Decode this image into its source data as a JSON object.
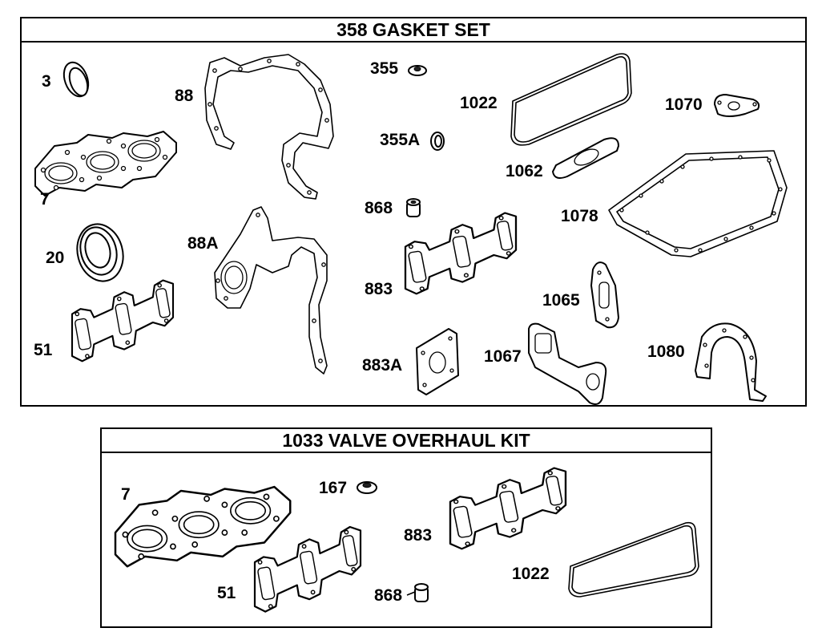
{
  "gasket_set": {
    "title": "358 GASKET SET",
    "labels": {
      "p3": "3",
      "p7": "7",
      "p20": "20",
      "p51": "51",
      "p88": "88",
      "p88a": "88A",
      "p355": "355",
      "p355a": "355A",
      "p868": "868",
      "p883": "883",
      "p883a": "883A",
      "p1022": "1022",
      "p1062": "1062",
      "p1065": "1065",
      "p1067": "1067",
      "p1070": "1070",
      "p1078": "1078",
      "p1080": "1080"
    }
  },
  "valve_kit": {
    "title": "1033 VALVE OVERHAUL KIT",
    "labels": {
      "p7": "7",
      "p51": "51",
      "p167": "167",
      "p883": "883",
      "p868": "868",
      "p1022": "1022"
    }
  }
}
